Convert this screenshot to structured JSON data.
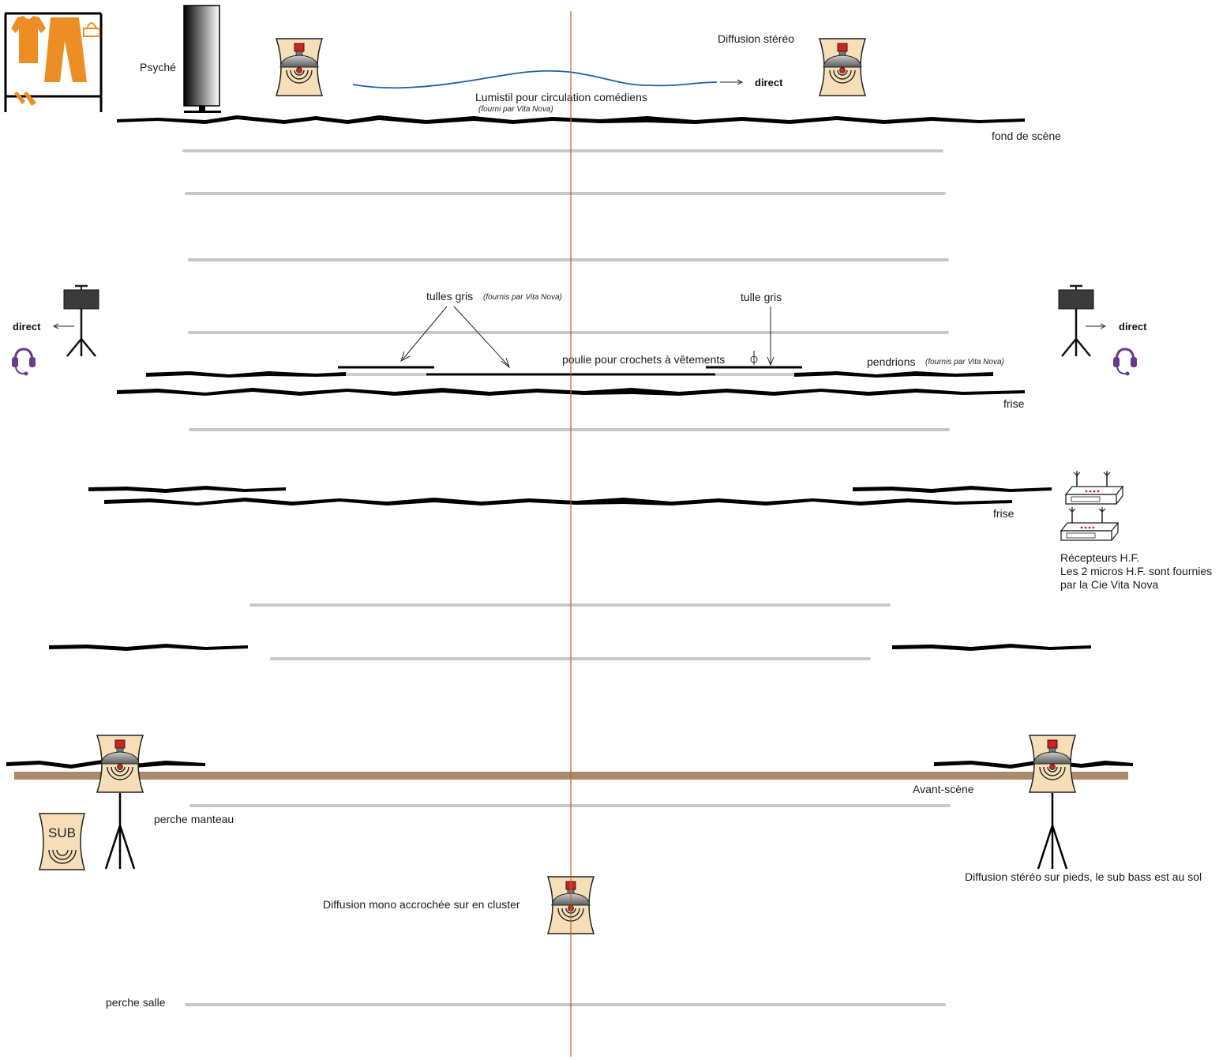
{
  "colors": {
    "speaker_fill": "#f6dfb8",
    "speaker_red": "#d62020",
    "center_line": "#b5652a",
    "avant_scene": "#a98a6a",
    "orange": "#ec8e25",
    "purple": "#6a3b8c",
    "lumistil": "#1f5fa8",
    "batten": "#c8c8c8"
  },
  "icons": [
    "wardrobe-icon",
    "mirror-icon",
    "speaker-icon",
    "tripod-icon",
    "headset-icon",
    "receiver-icon",
    "pulley-icon"
  ],
  "labels": {
    "psyche": "Psyché",
    "diffusion_stereo": "Diffusion stéréo",
    "direct": "direct",
    "lumistil": "Lumistil pour circulation comédiens",
    "lumistil_note": "(fourni par Vita Nova)",
    "fond_de_scene": "fond de scène",
    "tulles_gris": "tulles gris",
    "tulles_note": "(fournis par Vita Nova)",
    "tulle_gris": "tulle gris",
    "poulie": "poulie pour crochets à vêtements",
    "pendrions": "pendrions",
    "pendrions_note": "(fournis par Vita Nova)",
    "frise": "frise",
    "recepteurs_1": "Récepteurs H.F.",
    "recepteurs_2": "Les 2 micros H.F. sont fournies",
    "recepteurs_3": "par la Cie Vita Nova",
    "avant_scene": "Avant-scène",
    "perche_manteau": "perche manteau",
    "sub": "SUB",
    "diffusion_pieds": "Diffusion stéréo sur pieds, le sub bass est au sol",
    "diffusion_mono": "Diffusion mono accrochée sur en cluster",
    "perche_salle": "perche salle"
  }
}
